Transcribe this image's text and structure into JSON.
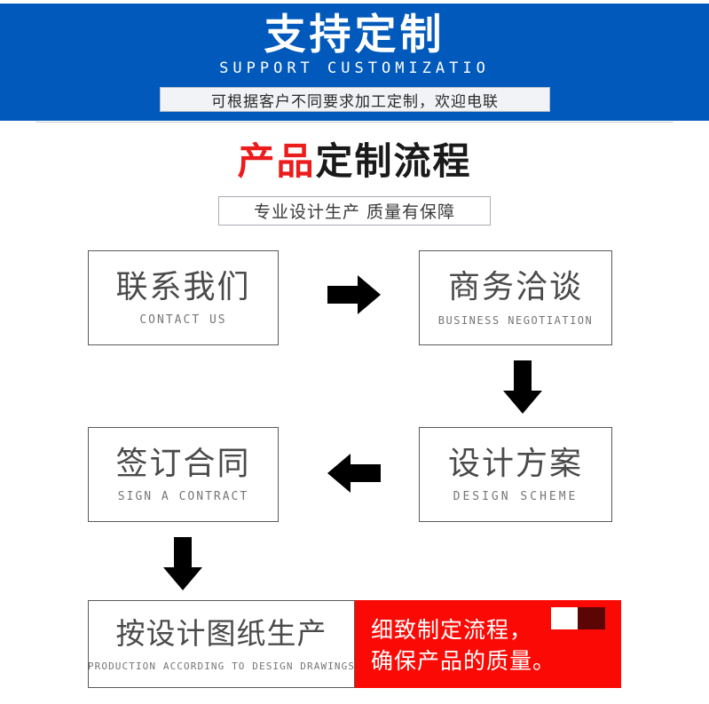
{
  "banner": {
    "title": "支持定制",
    "subtitle": "SUPPORT CUSTOMIZATIO",
    "tagline": "可根据客户不同要求加工定制，欢迎电联",
    "background_color": "#0159BC",
    "text_color": "#FFFFFF",
    "tagline_bg_color": "#F1F3F6"
  },
  "section": {
    "title_accent": "产品",
    "title_plain": "定制流程",
    "accent_color": "#EC1C1C",
    "plain_color": "#1A1A1A",
    "subtitle": "专业设计生产 质量有保障"
  },
  "flow": {
    "steps": [
      {
        "cn": "联系我们",
        "en": "CONTACT US"
      },
      {
        "cn": "商务洽谈",
        "en": "BUSINESS  NEGOTIATION"
      },
      {
        "cn": "设计方案",
        "en": "DESIGN  SCHEME"
      },
      {
        "cn": "签订合同",
        "en": "SIGN A CONTRACT"
      },
      {
        "cn": "按设计图纸生产",
        "en": "PRODUCTION  ACCORDING  TO  DESIGN  DRAWINGS"
      }
    ],
    "arrows": [
      {
        "name": "arrow-right-icon",
        "direction": "right"
      },
      {
        "name": "arrow-down-icon",
        "direction": "down"
      },
      {
        "name": "arrow-left-icon",
        "direction": "left"
      },
      {
        "name": "arrow-down-icon",
        "direction": "down"
      }
    ]
  },
  "callout": {
    "line1": "细致制定流程，",
    "line2": "确保产品的质量。",
    "background_color": "#FB0A05",
    "text_color": "#FFFFFF",
    "swatch_light_color": "#FFFFFF",
    "swatch_dark_color": "#5B0504"
  }
}
